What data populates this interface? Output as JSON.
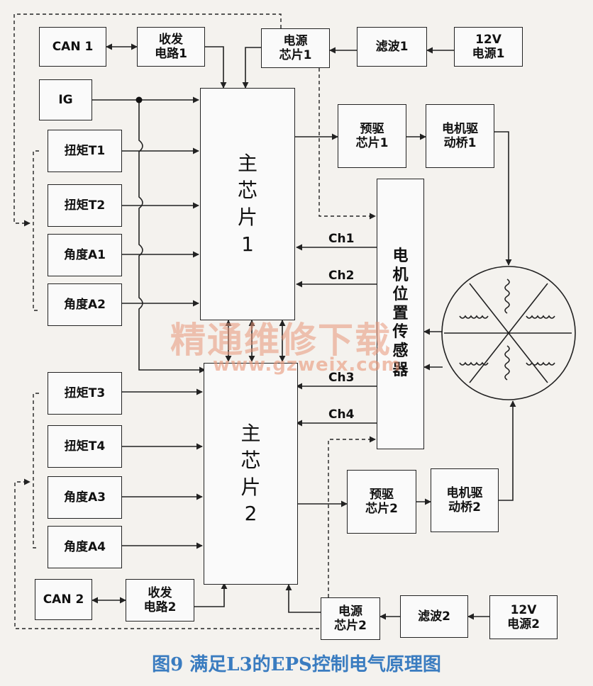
{
  "blocks": {
    "can1": "CAN 1",
    "transceiver1": "收发\n电路1",
    "power_chip1": "电源\n芯片1",
    "filter1": "滤波1",
    "power_12v_1": "12V\n电源1",
    "ig": "IG",
    "torque_t1": "扭矩T1",
    "torque_t2": "扭矩T2",
    "angle_a1": "角度A1",
    "angle_a2": "角度A2",
    "main_chip1": "主\n芯\n片\n1",
    "predriver1": "预驱\n芯片1",
    "motor_bridge1": "电机驱\n动桥1",
    "motor_position_sensor": "电\n机\n位\n置\n传\n感\n器",
    "torque_t3": "扭矩T3",
    "torque_t4": "扭矩T4",
    "angle_a3": "角度A3",
    "angle_a4": "角度A4",
    "main_chip2": "主\n芯\n片\n2",
    "predriver2": "预驱\n芯片2",
    "motor_bridge2": "电机驱\n动桥2",
    "can2": "CAN 2",
    "transceiver2": "收发\n电路2",
    "power_chip2": "电源\n芯片2",
    "filter2": "滤波2",
    "power_12v_2": "12V\n电源2"
  },
  "channels": {
    "ch1": "Ch1",
    "ch2": "Ch2",
    "ch3": "Ch3",
    "ch4": "Ch4"
  },
  "watermark": {
    "title": "精通维修下载",
    "url": "www.gzweix.com"
  },
  "caption": "图9  满足L3的EPS控制电气原理图"
}
